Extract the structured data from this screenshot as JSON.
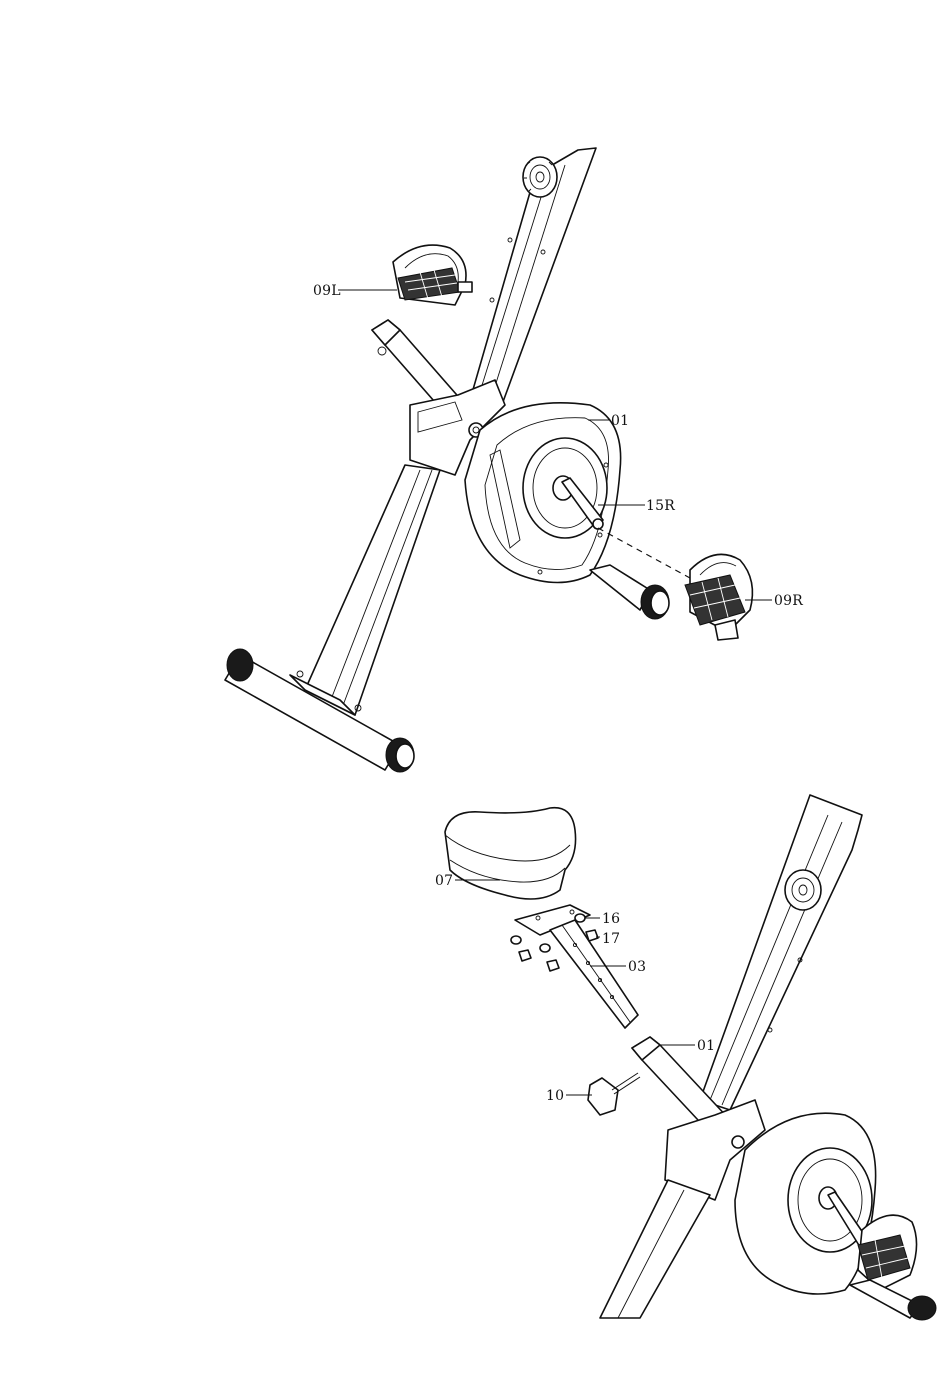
{
  "labels": {
    "top": {
      "pedal_left": "09L",
      "frame": "01",
      "crank_right": "15R",
      "pedal_right": "09R"
    },
    "bottom": {
      "seat": "07",
      "washer": "16",
      "nut": "17",
      "seat_post": "03",
      "frame": "01",
      "knob": "10"
    }
  }
}
